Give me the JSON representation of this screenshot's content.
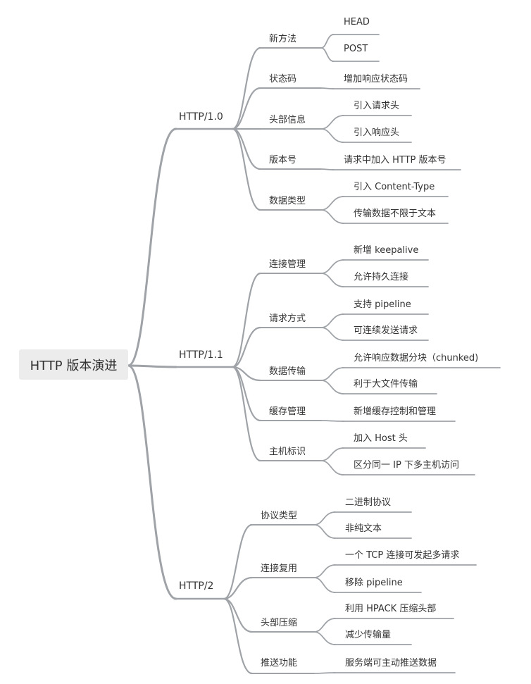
{
  "root": {
    "label": "HTTP 版本演进"
  },
  "versions": [
    {
      "label": "HTTP/1.0",
      "features": [
        {
          "label": "新方法",
          "details": [
            "HEAD",
            "POST"
          ]
        },
        {
          "label": "状态码",
          "details": [
            "增加响应状态码"
          ]
        },
        {
          "label": "头部信息",
          "details": [
            "引入请求头",
            "引入响应头"
          ]
        },
        {
          "label": "版本号",
          "details": [
            "请求中加入 HTTP 版本号"
          ]
        },
        {
          "label": "数据类型",
          "details": [
            "引入 Content-Type",
            "传输数据不限于文本"
          ]
        }
      ]
    },
    {
      "label": "HTTP/1.1",
      "features": [
        {
          "label": "连接管理",
          "details": [
            "新增 keepalive",
            "允许持久连接"
          ]
        },
        {
          "label": "请求方式",
          "details": [
            "支持 pipeline",
            "可连续发送请求"
          ]
        },
        {
          "label": "数据传输",
          "details": [
            "允许响应数据分块（chunked)",
            "利于大文件传输"
          ]
        },
        {
          "label": "缓存管理",
          "details": [
            "新增缓存控制和管理"
          ]
        },
        {
          "label": "主机标识",
          "details": [
            "加入 Host 头",
            "区分同一 IP 下多主机访问"
          ]
        }
      ]
    },
    {
      "label": "HTTP/2",
      "features": [
        {
          "label": "协议类型",
          "details": [
            "二进制协议",
            "非纯文本"
          ]
        },
        {
          "label": "连接复用",
          "details": [
            "一个 TCP 连接可发起多请求",
            "移除 pipeline"
          ]
        },
        {
          "label": "头部压缩",
          "details": [
            "利用 HPACK 压缩头部",
            "减少传输量"
          ]
        },
        {
          "label": "推送功能",
          "details": [
            "服务端可主动推送数据"
          ]
        }
      ]
    }
  ],
  "colors": {
    "branch": "#9fa3a7",
    "root_fill": "#ececec",
    "text": "#333333"
  }
}
